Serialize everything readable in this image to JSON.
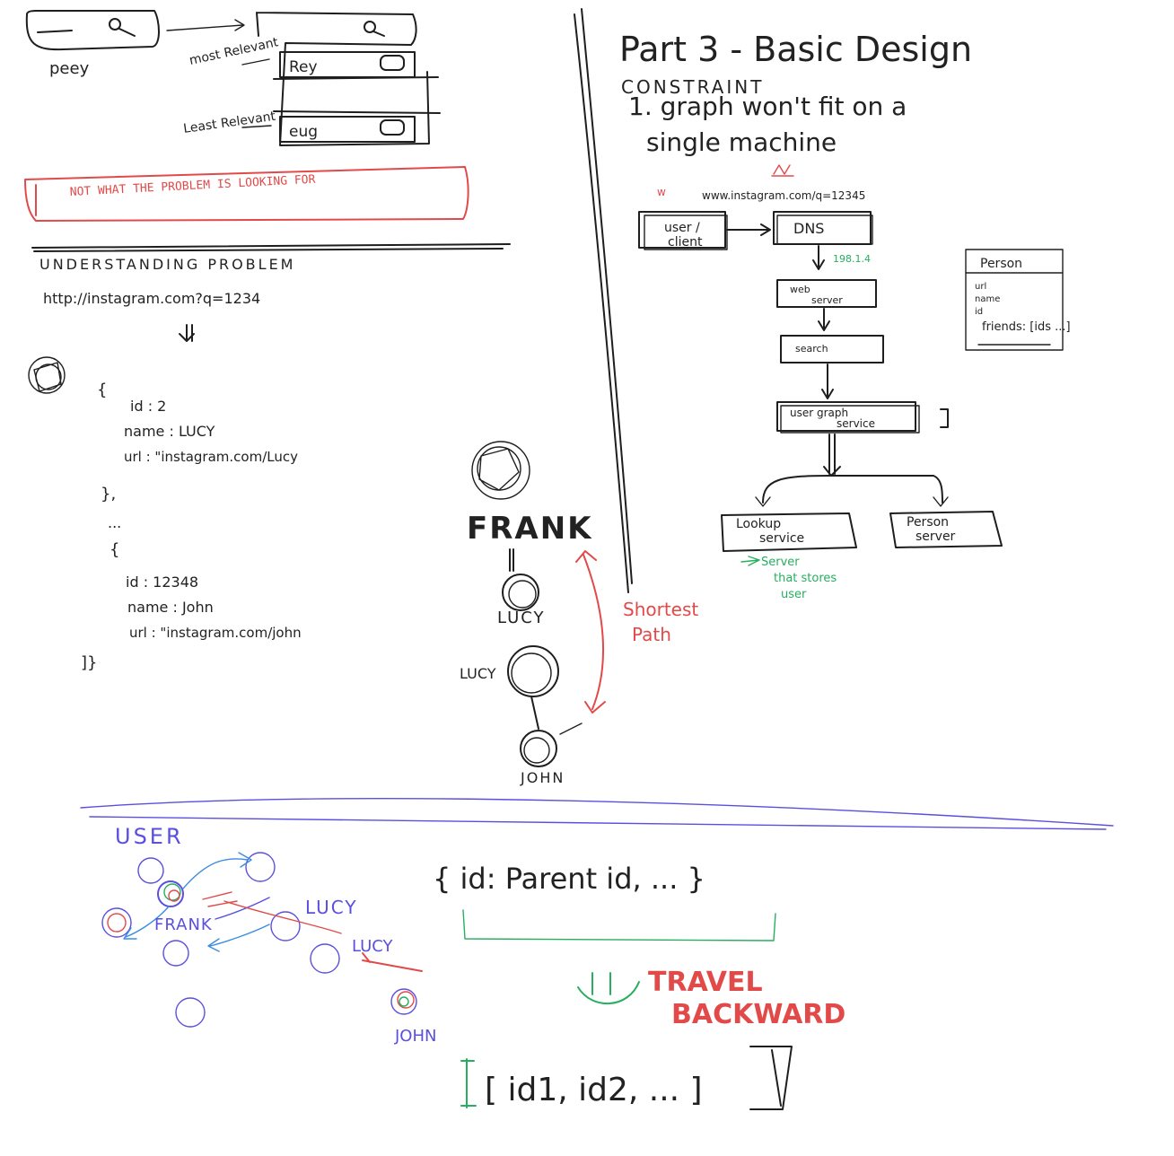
{
  "search_ui": {
    "query": "peey",
    "most_relevant": "most Relevant",
    "least_relevant": "Least Relevant",
    "result_top": "Rey",
    "result_bottom": "eug"
  },
  "warning": "NOT WHAT THE PROBLEM IS LOOKING FOR",
  "understanding": {
    "heading": "UNDERSTANDING PROBLEM",
    "url": "http://instagram.com?q=1234",
    "json_open": "{",
    "lucy_id": "id : 2",
    "lucy_name": "name : LUCY",
    "lucy_url": "url : \"instagram.com/Lucy",
    "close_1": "},",
    "ellipsis": "...",
    "open_2": "{",
    "john_id": "id : 12348",
    "john_name": "name : John",
    "john_url": "url : \"instagram.com/john",
    "json_close": "]}"
  },
  "path_graph": {
    "frank": "FRANK",
    "lucy": "LUCY",
    "lucy2": "LUCY",
    "john": "JOHN",
    "shortest_path": [
      "Shortest",
      "Path"
    ]
  },
  "design": {
    "title": "Part 3 - Basic Design",
    "constraints": "CONSTRAINT",
    "constraint_1": [
      "1. graph won't fit on a",
      "single machine"
    ],
    "url": "www.instagram.com/q=12345",
    "user_client": [
      "user /",
      "client"
    ],
    "dns": "DNS",
    "ip": "198.1.4",
    "web_server": [
      "web",
      "server"
    ],
    "search": "search",
    "user_graph": [
      "user graph",
      "service"
    ],
    "lookup": [
      "Lookup",
      "service"
    ],
    "person_server": [
      "Person",
      "server"
    ],
    "lookup_note": [
      "Server",
      "that stores",
      "user"
    ],
    "person_card_title": "Person",
    "person_fields": [
      "url",
      "name",
      "id"
    ],
    "friends": "friends: [ids ...]"
  },
  "bottom": {
    "user": "USER",
    "frank": "FRANK",
    "lucy": "LUCY",
    "lucy2": "LUCY",
    "john": "JOHN",
    "object": "{ id: Parent id, ... }",
    "travel": [
      "TRAVEL",
      "BACKWARD"
    ],
    "array": "[ id1, id2, ... ]"
  },
  "colors": {
    "ink": "#1e1e1e",
    "red": "#e24a4a",
    "green": "#27ae60",
    "blue": "#5b4fe0"
  }
}
